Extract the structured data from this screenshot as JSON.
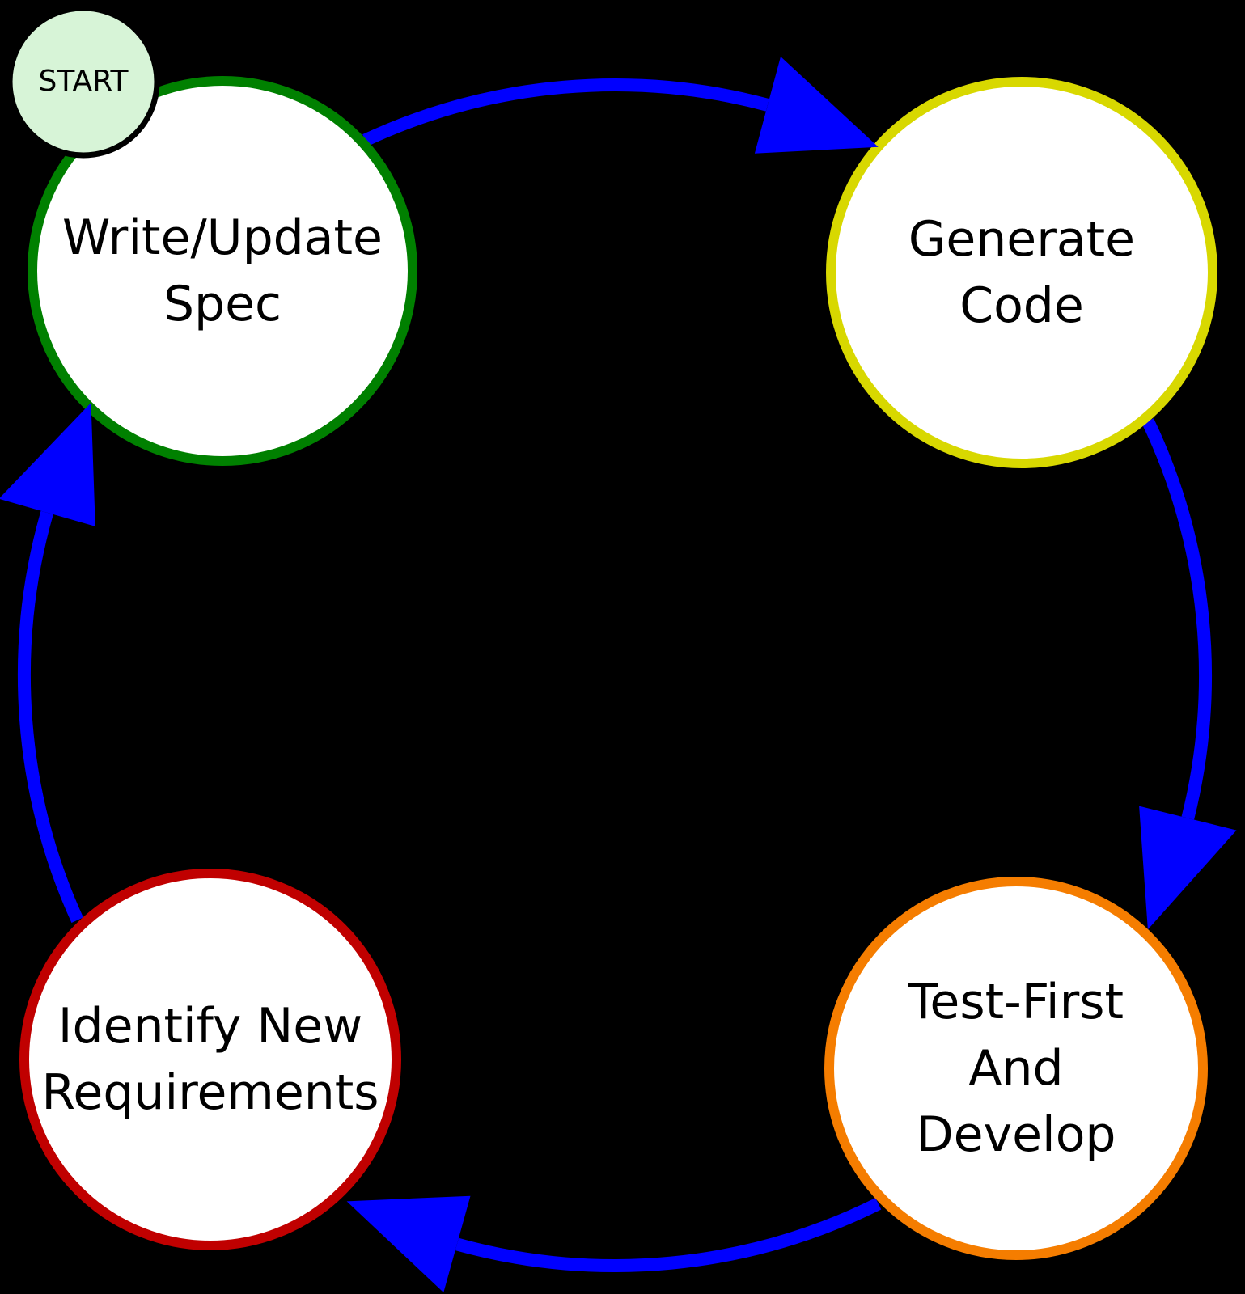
{
  "diagram": {
    "background_color": "#000000",
    "text_color": "#000000",
    "arrow_color": "#0000ff",
    "start_badge": {
      "label": "START",
      "fill_color": "#d7f4d7",
      "border_color": "#000000"
    },
    "nodes": [
      {
        "id": "write-update-spec",
        "lines": [
          "Write/Update",
          "Spec"
        ],
        "border_color": "#008000"
      },
      {
        "id": "generate-code",
        "lines": [
          "Generate",
          "Code"
        ],
        "border_color": "#d8d800"
      },
      {
        "id": "test-first-and-develop",
        "lines": [
          "Test-First",
          "And",
          "Develop"
        ],
        "border_color": "#f57d00"
      },
      {
        "id": "identify-new-requirements",
        "lines": [
          "Identify New",
          "Requirements"
        ],
        "border_color": "#c00000"
      }
    ]
  }
}
